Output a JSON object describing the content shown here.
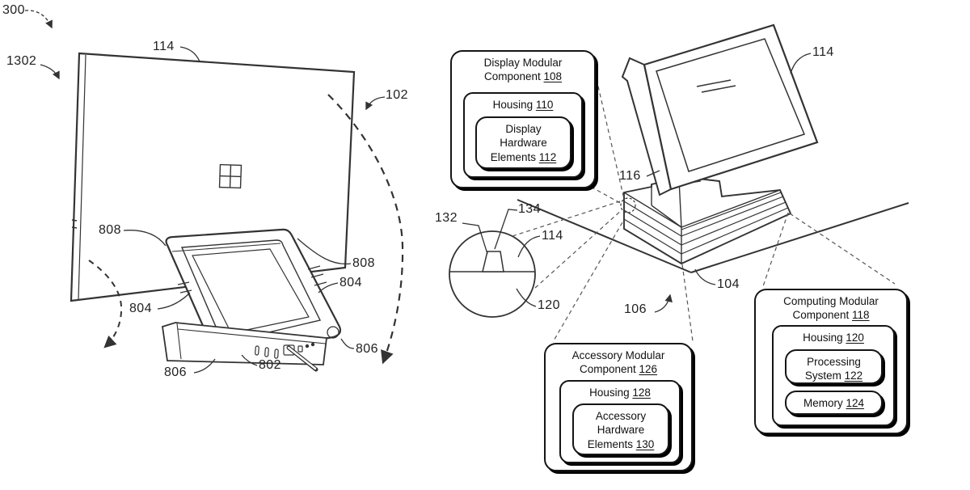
{
  "ref_labels": [
    {
      "text": "300"
    },
    {
      "text": "1302"
    },
    {
      "text": "114"
    },
    {
      "text": "102"
    },
    {
      "text": "808"
    },
    {
      "text": "808"
    },
    {
      "text": "804"
    },
    {
      "text": "804"
    },
    {
      "text": "806"
    },
    {
      "text": "806"
    },
    {
      "text": "802"
    },
    {
      "text": "114"
    },
    {
      "text": "116"
    },
    {
      "text": "132"
    },
    {
      "text": "134"
    },
    {
      "text": "114"
    },
    {
      "text": "120"
    },
    {
      "text": "104"
    },
    {
      "text": "106"
    }
  ],
  "boxes": {
    "display": {
      "title_label": "Display Modular Component",
      "title_ref": "108",
      "housing_label": "Housing",
      "housing_ref": "110",
      "inner_label": "Display Hardware Elements",
      "inner_ref": "112"
    },
    "accessory": {
      "title_label": "Accessory Modular Component",
      "title_ref": "126",
      "housing_label": "Housing",
      "housing_ref": "128",
      "inner_label": "Accessory Hardware Elements",
      "inner_ref": "130"
    },
    "computing": {
      "title_label": "Computing Modular Component",
      "title_ref": "118",
      "housing_label": "Housing",
      "housing_ref": "120",
      "processing_label": "Processing System",
      "processing_ref": "122",
      "memory_label": "Memory",
      "memory_ref": "124"
    }
  },
  "colors": {
    "line": "#333333",
    "text": "#222222",
    "shadow": "#000000",
    "background": "#ffffff"
  }
}
